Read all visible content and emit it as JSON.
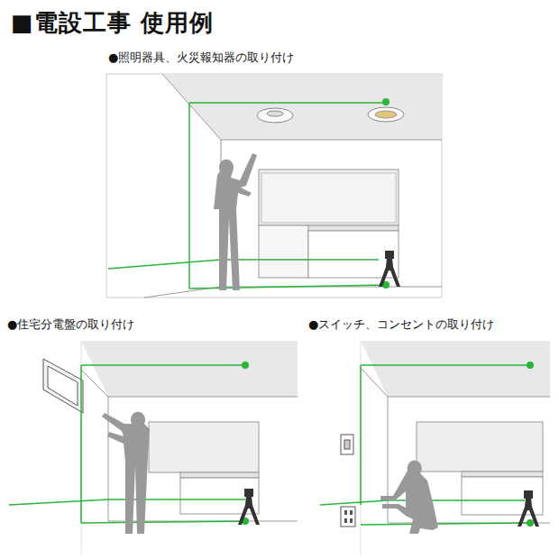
{
  "diagram": {
    "title": "■電設工事 使用例",
    "labels": [
      "●照明器具、火災報知器の取り付け",
      "●住宅分電盤の取り付け",
      "●スイッチ、コンセントの取り付け"
    ]
  }
}
